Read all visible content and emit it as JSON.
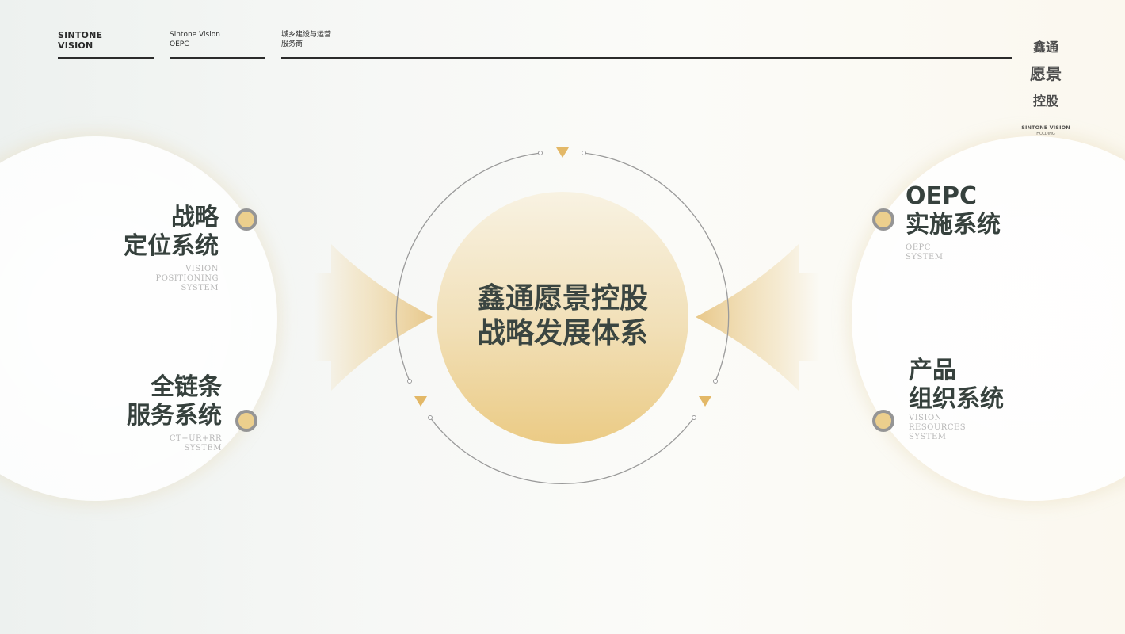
{
  "header": {
    "brand": "SINTONE\nVISION",
    "item_1": "Sintone Vision\nOEPC",
    "item_2": "城乡建设与运营\n服务商"
  },
  "logo": {
    "cn_line1": "鑫通",
    "cn_line2": "愿景",
    "cn_line3": "控股",
    "en": "SINTONE VISION",
    "en_sub": "HOLDING"
  },
  "center": {
    "title": "鑫通愿景控股\n战略发展体系"
  },
  "systems": {
    "strategy": {
      "title": "战略\n定位系统",
      "subtitle": "VISION\nPOSITIONING\nSYSTEM"
    },
    "service": {
      "title": "全链条\n服务系统",
      "subtitle": "CT+UR+RR\nSYSTEM"
    },
    "oepc": {
      "title": "OEPC\n实施系统",
      "subtitle": "OEPC\n  SYSTEM"
    },
    "product": {
      "title": "产品\n组织系统",
      "subtitle": "VISION\nRESOURCES\nSYSTEM"
    }
  },
  "colors": {
    "gold": "#e3b867",
    "disc_gold": "#ebcb85",
    "dot_ring": "#959595",
    "text_dark": "#36413d"
  }
}
